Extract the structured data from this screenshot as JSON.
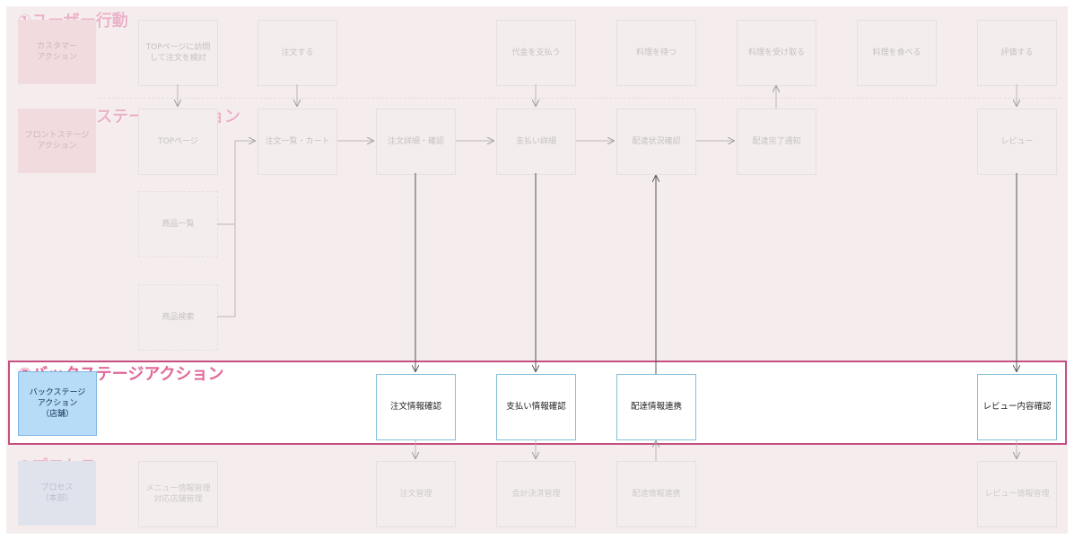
{
  "sections": {
    "user": "①ユーザー行動",
    "front": "②フロントステージアクション",
    "back": "③バックステージアクション",
    "process": "④プロセス"
  },
  "lanes": {
    "customer": "カスタマー\nアクション",
    "front": "フロントステージ\nアクション",
    "back": "バックステージ\nアクション\n（店舗）",
    "process": "プロセス\n（本部）"
  },
  "user_actions": {
    "top_visit": "TOPページに訪問\nして注文を検討",
    "order": "注文する",
    "pay": "代金を支払う",
    "wait": "料理を待つ",
    "receive": "料理を受け取る",
    "eat": "料理を食べる",
    "review": "評価する"
  },
  "front_actions": {
    "top_page": "TOPページ",
    "order_list_cart": "注文一覧・カート",
    "order_detail": "注文詳細・確認",
    "payment_detail": "支払い詳細",
    "delivery_status": "配達状況確認",
    "delivery_done": "配達完了通知",
    "review": "レビュー",
    "product_list": "商品一覧",
    "product_search": "商品検索"
  },
  "back_actions": {
    "order_check": "注文情報確認",
    "payment_check": "支払い情報確認",
    "delivery_link": "配達情報連携",
    "review_check": "レビュー内容確認"
  },
  "processes": {
    "menu_mgmt": "メニュー情報管理\n対応店舗管理",
    "order_mgmt": "注文管理",
    "settlement": "会計決済管理",
    "delivery_link": "配達情報連携",
    "review_mgmt": "レビュー情報管理"
  }
}
